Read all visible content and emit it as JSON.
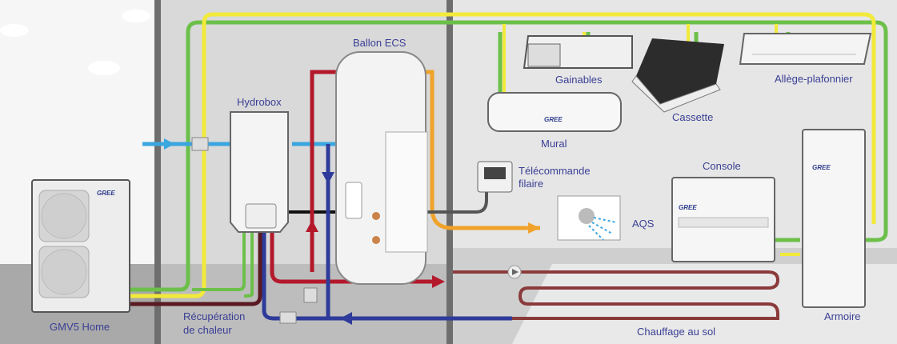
{
  "labels": {
    "ballon": "Ballon ECS",
    "hydrobox": "Hydrobox",
    "gainables": "Gainables",
    "cassette": "Cassette",
    "allege": "Allège-plafonnier",
    "mural": "Mural",
    "telecommande_1": "Télécommande",
    "telecommande_2": "filaire",
    "console": "Console",
    "aqs": "AQS",
    "gmv5": "GMV5 Home",
    "recup_1": "Récupération",
    "recup_2": "de chaleur",
    "chauffage": "Chauffage au sol",
    "armoire": "Armoire"
  },
  "brand": "GREE",
  "colors": {
    "label": "#3a3f94",
    "green_pipe": "#6cc04a",
    "yellow_pipe": "#f2ea3a",
    "red_pipe": "#b3192b",
    "blue_pipe": "#2e3b9a",
    "cold_water": "#3aa6e0",
    "hot_water": "#f0a22a",
    "dark_red_pipe": "#5a1a22",
    "wall": "#6e6e6e"
  }
}
